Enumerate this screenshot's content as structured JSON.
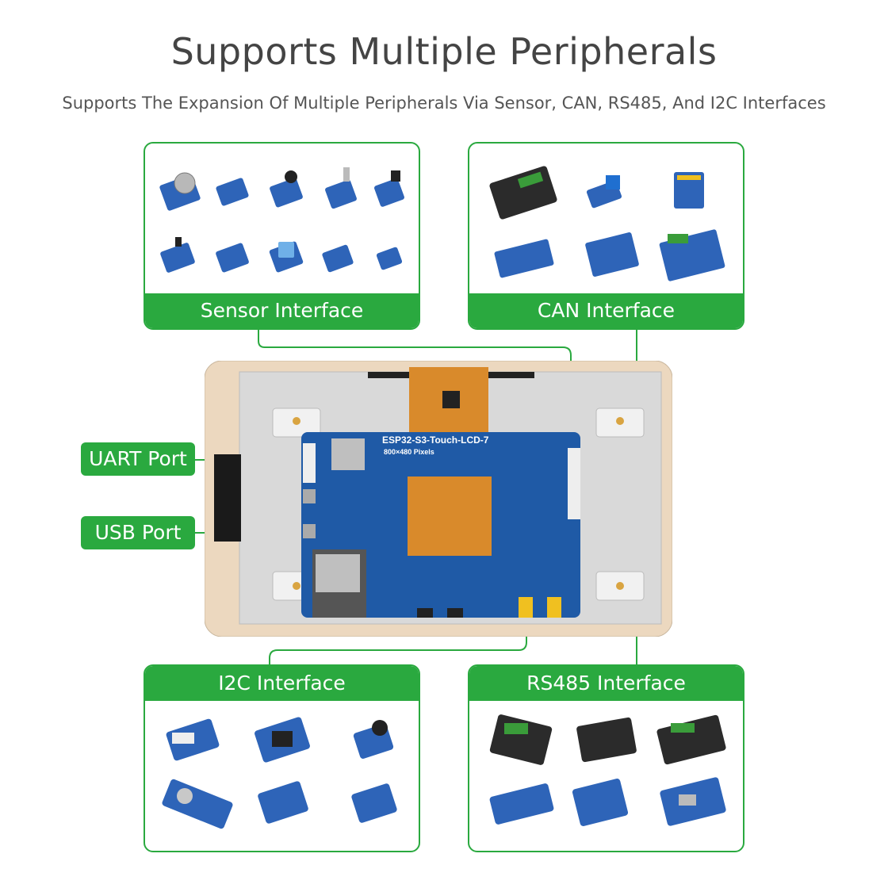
{
  "header": {
    "title": "Supports Multiple Peripherals",
    "subtitle": "Supports The Expansion Of Multiple Peripherals Via Sensor, CAN, RS485, And I2C Interfaces"
  },
  "panels": {
    "sensor": {
      "label": "Sensor Interface"
    },
    "can": {
      "label": "CAN Interface"
    },
    "i2c": {
      "label": "I2C Interface"
    },
    "rs485": {
      "label": "RS485 Interface"
    }
  },
  "ports": {
    "uart": "UART Port",
    "usb": "USB Port"
  },
  "board": {
    "name": "ESP32-S3-Touch-LCD-7",
    "resolution": "800×480 Pixels"
  },
  "colors": {
    "accent": "#2aa93f",
    "board_blue": "#1f5aa6",
    "frame": "#e9d3b8",
    "screen": "#d8d8d8"
  }
}
